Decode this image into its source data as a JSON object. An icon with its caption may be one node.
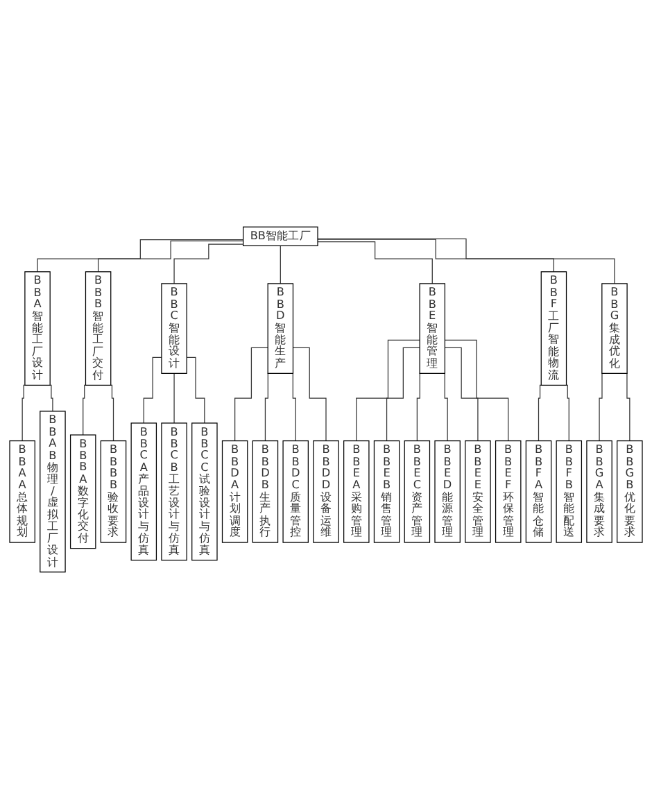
{
  "diagram": {
    "nodes": [
      {
        "text": [
          "BB智能工厂"
        ]
      },
      {
        "text": [
          "BBA 智能工厂设计"
        ]
      },
      {
        "text": [
          "BBB 智能工厂交付"
        ]
      },
      {
        "text": [
          "BBC 智能设计"
        ]
      },
      {
        "text": [
          "BBD 智能生产"
        ]
      },
      {
        "text": [
          "BBE 智能管理"
        ]
      },
      {
        "text": [
          "BBF 工厂智能物流"
        ]
      },
      {
        "text": [
          "BBG 集成优化"
        ]
      },
      {
        "text": [
          "BBAA 总体规划"
        ]
      },
      {
        "text": [
          "BBAB 物理/虚拟工厂设计"
        ]
      },
      {
        "text": [
          "BBBA 数字化交付"
        ]
      },
      {
        "text": [
          "BBBB 验收要求"
        ]
      },
      {
        "text": [
          "BBCA 产品设计与仿真"
        ]
      },
      {
        "text": [
          "BBCB 工艺设计与仿真"
        ]
      },
      {
        "text": [
          "BBCC 试验设计与仿真"
        ]
      },
      {
        "text": [
          "BBDA 计划调度"
        ]
      },
      {
        "text": [
          "BBDB 生产执行"
        ]
      },
      {
        "text": [
          "BBDC 质量管控"
        ]
      },
      {
        "text": [
          "BBDD 设备运维"
        ]
      },
      {
        "text": [
          "BBEA 采购管理"
        ]
      },
      {
        "text": [
          "BBEB 销售管理"
        ]
      },
      {
        "text": [
          "BBEC 资产管理"
        ]
      },
      {
        "text": [
          "BBED 能源管理"
        ]
      },
      {
        "text": [
          "BBEE 安全管理"
        ]
      },
      {
        "text": [
          "BBEF 环保管理"
        ]
      },
      {
        "text": [
          "BBFA 智能仓储"
        ]
      },
      {
        "text": [
          "BBFB 智能配送"
        ]
      },
      {
        "text": [
          "BBGA 集成要求"
        ]
      },
      {
        "text": [
          "BBGB 优化要求"
        ]
      }
    ],
    "edges": [
      {
        "from": 0,
        "to": 1,
        "arrow": "none"
      },
      {
        "from": 0,
        "to": 2,
        "arrow": "none"
      },
      {
        "from": 0,
        "to": 3,
        "arrow": "none"
      },
      {
        "from": 0,
        "to": 4,
        "arrow": "none"
      },
      {
        "from": 0,
        "to": 5,
        "arrow": "none"
      },
      {
        "from": 0,
        "to": 6,
        "arrow": "none"
      },
      {
        "from": 0,
        "to": 7,
        "arrow": "none"
      },
      {
        "from": 1,
        "to": 8,
        "arrow": "none"
      },
      {
        "from": 1,
        "to": 9,
        "arrow": "none"
      },
      {
        "from": 2,
        "to": 10,
        "arrow": "none"
      },
      {
        "from": 2,
        "to": 11,
        "arrow": "none"
      },
      {
        "from": 3,
        "to": 12,
        "arrow": "none"
      },
      {
        "from": 3,
        "to": 13,
        "arrow": "none"
      },
      {
        "from": 3,
        "to": 14,
        "arrow": "none"
      },
      {
        "from": 4,
        "to": 15,
        "arrow": "none"
      },
      {
        "from": 4,
        "to": 16,
        "arrow": "none"
      },
      {
        "from": 4,
        "to": 17,
        "arrow": "none"
      },
      {
        "from": 4,
        "to": 18,
        "arrow": "none"
      },
      {
        "from": 5,
        "to": 19,
        "arrow": "none"
      },
      {
        "from": 5,
        "to": 20,
        "arrow": "none"
      },
      {
        "from": 5,
        "to": 21,
        "arrow": "none"
      },
      {
        "from": 5,
        "to": 22,
        "arrow": "none"
      },
      {
        "from": 5,
        "to": 23,
        "arrow": "none"
      },
      {
        "from": 5,
        "to": 24,
        "arrow": "none"
      },
      {
        "from": 6,
        "to": 25,
        "arrow": "none"
      },
      {
        "from": 6,
        "to": 26,
        "arrow": "none"
      },
      {
        "from": 7,
        "to": 27,
        "arrow": "none"
      },
      {
        "from": 7,
        "to": 28,
        "arrow": "none"
      }
    ]
  }
}
